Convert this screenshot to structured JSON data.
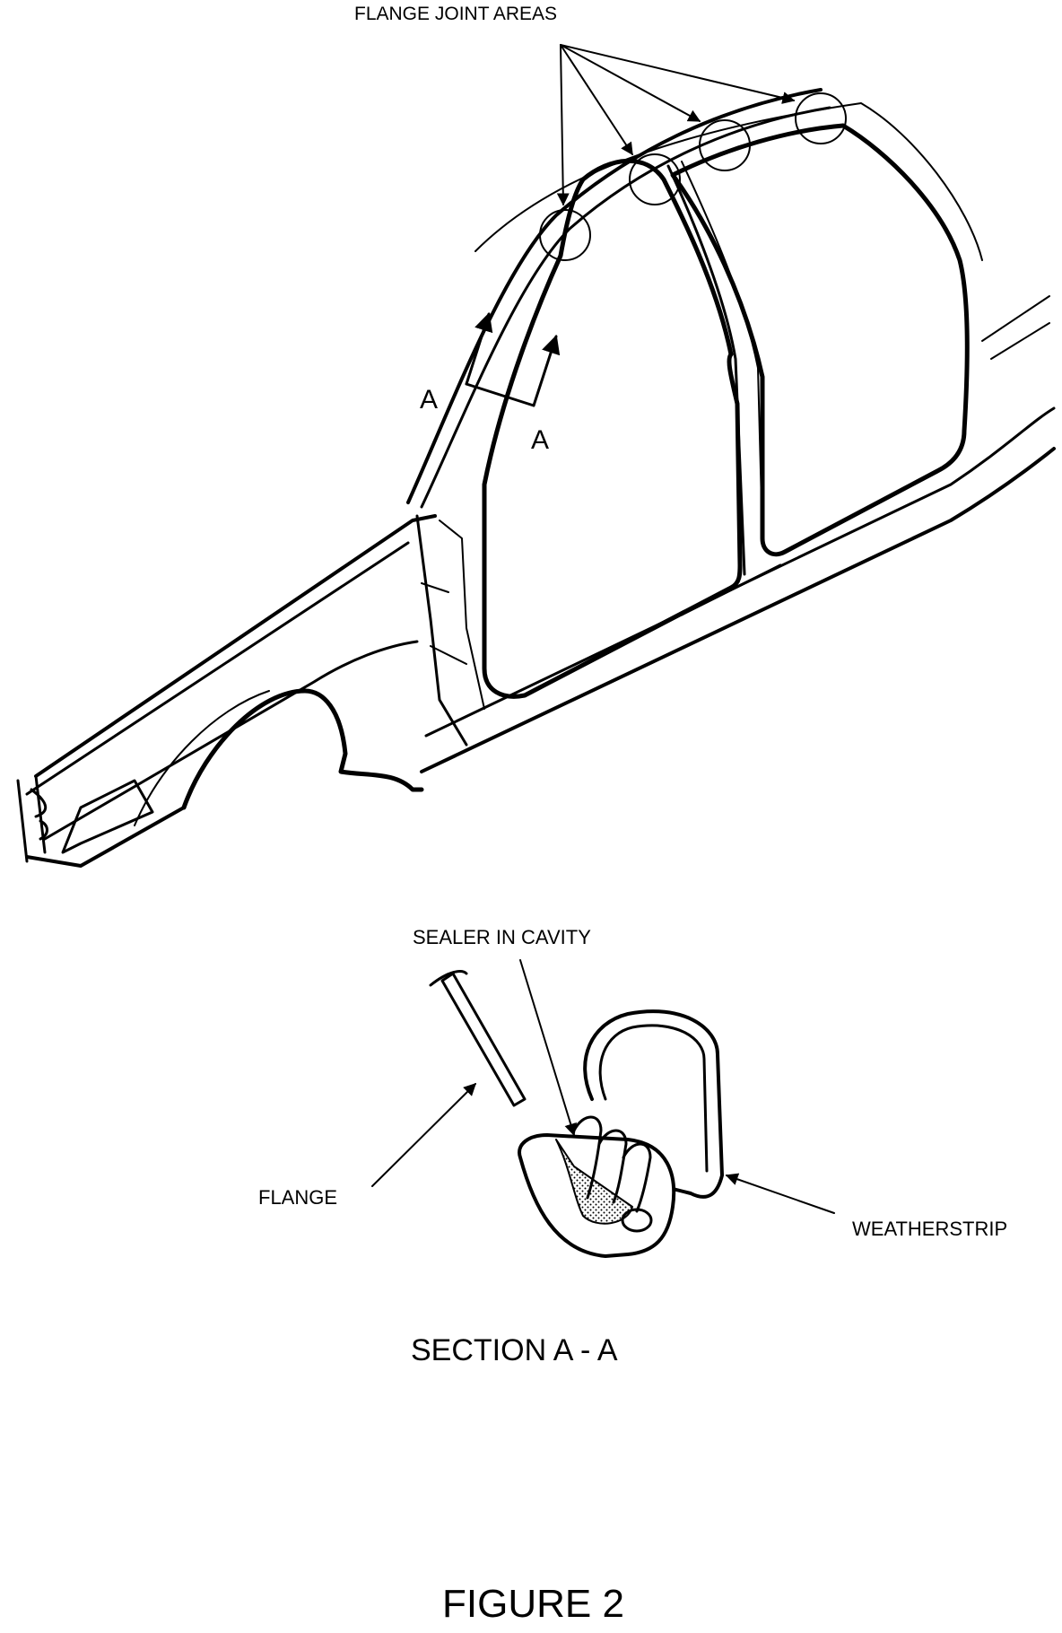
{
  "labels": {
    "flange_joint_areas": "FLANGE JOINT AREAS",
    "section_mark_left": "A",
    "section_mark_right": "A",
    "sealer_in_cavity": "SEALER IN CAVITY",
    "flange": "FLANGE",
    "weatherstrip": "WEATHERSTRIP",
    "section_title": "SECTION A - A",
    "figure_title": "FIGURE 2"
  },
  "colors": {
    "ink": "#000000",
    "paper": "#ffffff"
  }
}
